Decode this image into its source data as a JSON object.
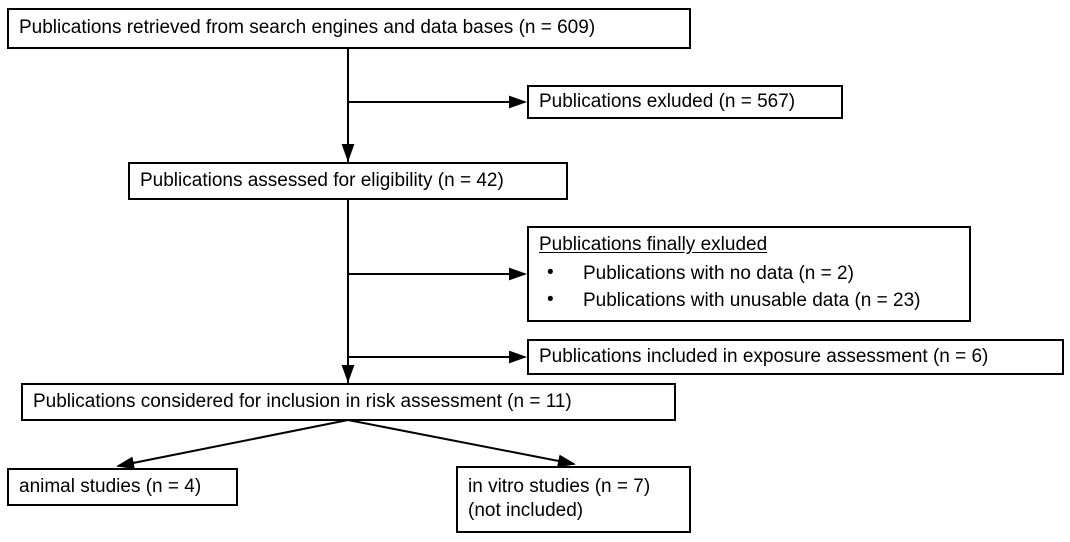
{
  "diagram": {
    "type": "prisma-flow-chart",
    "title_text": "",
    "stroke_color": "#000000",
    "background_color": "#ffffff",
    "nodes": {
      "retrieved": {
        "label": "Publications retrieved from search engines and data bases (n = 609)",
        "n": 609
      },
      "excluded_initial": {
        "label": "Publications exluded (n = 567)",
        "n": 567
      },
      "assessed": {
        "label": "Publications assessed for eligibility (n = 42)",
        "n": 42
      },
      "finally_excluded": {
        "heading": "Publications finally exluded",
        "bullets": [
          "Publications with no data (n = 2)",
          "Publications with unusable data (n = 23)"
        ],
        "n_no_data": 2,
        "n_unusable": 23
      },
      "exposure_assessment": {
        "label": "Publications included in exposure assessment (n = 6)",
        "n": 6
      },
      "risk_assessment": {
        "label": "Publications considered for inclusion in risk assessment (n = 11)",
        "n": 11
      },
      "animal_studies": {
        "label": "animal studies (n = 4)",
        "n": 4
      },
      "in_vitro_studies": {
        "line1": "in vitro studies (n = 7)",
        "line2": "(not included)",
        "n": 7
      }
    }
  }
}
